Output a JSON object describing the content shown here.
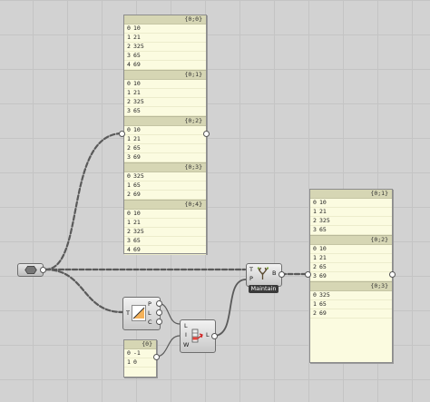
{
  "panel_left": {
    "branches": [
      {
        "path": "{0;0}",
        "items": [
          {
            "i": "0",
            "v": "10"
          },
          {
            "i": "1",
            "v": "21"
          },
          {
            "i": "2",
            "v": "325"
          },
          {
            "i": "3",
            "v": "65"
          },
          {
            "i": "4",
            "v": "69"
          }
        ]
      },
      {
        "path": "{0;1}",
        "items": [
          {
            "i": "0",
            "v": "10"
          },
          {
            "i": "1",
            "v": "21"
          },
          {
            "i": "2",
            "v": "325"
          },
          {
            "i": "3",
            "v": "65"
          }
        ]
      },
      {
        "path": "{0;2}",
        "items": [
          {
            "i": "0",
            "v": "10"
          },
          {
            "i": "1",
            "v": "21"
          },
          {
            "i": "2",
            "v": "65"
          },
          {
            "i": "3",
            "v": "69"
          }
        ]
      },
      {
        "path": "{0;3}",
        "items": [
          {
            "i": "0",
            "v": "325"
          },
          {
            "i": "1",
            "v": "65"
          },
          {
            "i": "2",
            "v": "69"
          }
        ]
      },
      {
        "path": "{0;4}",
        "items": [
          {
            "i": "0",
            "v": "10"
          },
          {
            "i": "1",
            "v": "21"
          },
          {
            "i": "2",
            "v": "325"
          },
          {
            "i": "3",
            "v": "65"
          },
          {
            "i": "4",
            "v": "69"
          }
        ]
      }
    ]
  },
  "panel_right": {
    "branches": [
      {
        "path": "{0;1}",
        "items": [
          {
            "i": "0",
            "v": "10"
          },
          {
            "i": "1",
            "v": "21"
          },
          {
            "i": "2",
            "v": "325"
          },
          {
            "i": "3",
            "v": "65"
          }
        ]
      },
      {
        "path": "{0;2}",
        "items": [
          {
            "i": "0",
            "v": "10"
          },
          {
            "i": "1",
            "v": "21"
          },
          {
            "i": "2",
            "v": "65"
          },
          {
            "i": "3",
            "v": "69"
          }
        ]
      },
      {
        "path": "{0;3}",
        "items": [
          {
            "i": "0",
            "v": "325"
          },
          {
            "i": "1",
            "v": "65"
          },
          {
            "i": "2",
            "v": "69"
          }
        ]
      }
    ]
  },
  "panel_small": {
    "branches": [
      {
        "path": "{0}",
        "items": [
          {
            "i": "0",
            "v": "-1"
          },
          {
            "i": "1",
            "v": "0"
          }
        ]
      }
    ]
  },
  "cull_component": {
    "inputs": [
      "T"
    ],
    "outputs": [
      "P",
      "L",
      "C"
    ]
  },
  "index_component": {
    "inputs": [
      "L",
      "I",
      "W"
    ],
    "outputs": [
      "L"
    ]
  },
  "tree_component": {
    "inputs": [
      "T",
      "P"
    ],
    "outputs": [
      "B"
    ],
    "caption": "Maintain"
  },
  "icons": {
    "source_param": "hexagon-data-icon",
    "cull": "pattern-cull-icon",
    "index": "list-index-icon",
    "tree": "tree-branch-icon"
  },
  "colors": {
    "canvas": "#d2d2d2",
    "panel": "#fbfbe0",
    "wire": "#555555",
    "caption": "#3a3a3a"
  }
}
